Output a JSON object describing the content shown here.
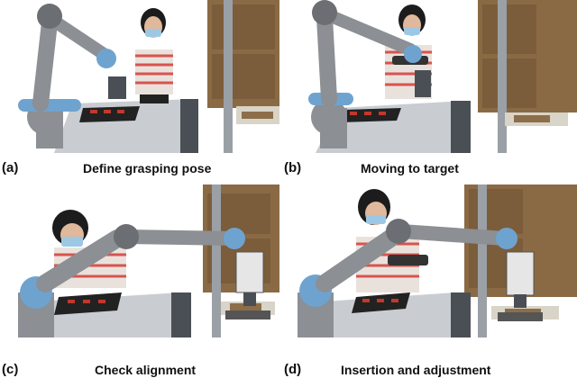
{
  "panels": [
    {
      "id": "a",
      "label": "(a)",
      "caption": "Define grasping pose"
    },
    {
      "id": "b",
      "label": "(b)",
      "caption": "Moving to target"
    },
    {
      "id": "c",
      "label": "(c)",
      "caption": "Check alignment"
    },
    {
      "id": "d",
      "label": "(d)",
      "caption": "Insertion and adjustment"
    }
  ],
  "colors": {
    "robot_blue": "#6fa3cf",
    "robot_gray": "#8c8f93",
    "wall_brown": "#8a6a45",
    "table_gray": "#c9cdd1",
    "tray_red": "#c0392b",
    "shirt_stripe": "#d9534f",
    "mask_blue": "#9cc8e6"
  }
}
